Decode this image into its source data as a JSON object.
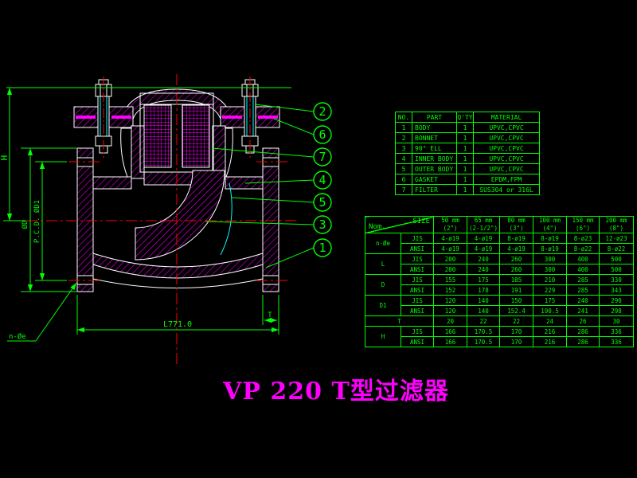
{
  "drawing": {
    "title": "VP 220 T型过滤器",
    "dimensions": {
      "height": "H",
      "outer_diameter": "ØD",
      "pcd": "P.C.D. ØD1",
      "length": "L771.0",
      "flange_thickness": "T",
      "bolt_holes": "n-Øe"
    },
    "callouts": [
      "2",
      "6",
      "7",
      "4",
      "5",
      "3",
      "1"
    ],
    "colors": {
      "dimension_green": "#00ff00",
      "hatch_magenta": "#ff00ff",
      "outline_white": "#ffffff",
      "centerline_red": "#ff0000",
      "detail_cyan": "#00ffff",
      "title_magenta": "#ff00ff"
    }
  },
  "parts_table": {
    "headers": [
      "NO.",
      "PART",
      "Q'TY",
      "MATERIAL"
    ],
    "rows": [
      [
        "1",
        "BODY",
        "1",
        "UPVC,CPVC"
      ],
      [
        "2",
        "BONNET",
        "1",
        "UPVC,CPVC"
      ],
      [
        "3",
        "90° ELL",
        "1",
        "UPVC,CPVC"
      ],
      [
        "4",
        "INNER BODY",
        "1",
        "UPVC,CPVC"
      ],
      [
        "5",
        "OUTER BODY",
        "1",
        "UPVC,CPVC"
      ],
      [
        "6",
        "GASKET",
        "1",
        "EPDM,FPM"
      ],
      [
        "7",
        "FILTER",
        "1",
        "SUS304 or 316L"
      ]
    ]
  },
  "dimension_table": {
    "corner": {
      "top_label": "SIZE",
      "bottom_label": "Nom."
    },
    "size_columns": [
      {
        "line1": "50 mm",
        "line2": "(2\")"
      },
      {
        "line1": "65 mm",
        "line2": "(2-1/2\")"
      },
      {
        "line1": "80 mm",
        "line2": "(3\")"
      },
      {
        "line1": "100 mm",
        "line2": "(4\")"
      },
      {
        "line1": "150 mm",
        "line2": "(6\")"
      },
      {
        "line1": "200 mm",
        "line2": "(8\")"
      }
    ],
    "groups": [
      {
        "label": "n-Øe",
        "rows": [
          {
            "std": "JIS",
            "values": [
              "4-ø19",
              "4-ø19",
              "8-ø19",
              "8-ø19",
              "8-ø23",
              "12-ø23"
            ]
          },
          {
            "std": "ANSI",
            "values": [
              "4-ø19",
              "4-ø19",
              "4-ø19",
              "8-ø19",
              "8-ø22",
              "8-ø22"
            ]
          }
        ]
      },
      {
        "label": "L",
        "rows": [
          {
            "std": "JIS",
            "values": [
              "200",
              "240",
              "260",
              "300",
              "400",
              "500"
            ]
          },
          {
            "std": "ANSI",
            "values": [
              "200",
              "240",
              "260",
              "300",
              "400",
              "500"
            ]
          }
        ]
      },
      {
        "label": "D",
        "rows": [
          {
            "std": "JIS",
            "values": [
              "155",
              "175",
              "185",
              "210",
              "285",
              "330"
            ]
          },
          {
            "std": "ANSI",
            "values": [
              "152",
              "178",
              "191",
              "229",
              "285",
              "343"
            ]
          }
        ]
      },
      {
        "label": "D1",
        "rows": [
          {
            "std": "JIS",
            "values": [
              "120",
              "140",
              "150",
              "175",
              "240",
              "290"
            ]
          },
          {
            "std": "ANSI",
            "values": [
              "120",
              "140",
              "152.4",
              "190.5",
              "241",
              "298"
            ]
          }
        ]
      },
      {
        "label": "T",
        "rows": [
          {
            "std": null,
            "values": [
              "20",
              "22",
              "22",
              "24",
              "26",
              "30"
            ]
          }
        ]
      },
      {
        "label": "H",
        "rows": [
          {
            "std": "JIS",
            "values": [
              "166",
              "170.5",
              "170",
              "216",
              "286",
              "336"
            ]
          },
          {
            "std": "ANSI",
            "values": [
              "166",
              "170.5",
              "170",
              "216",
              "286",
              "336"
            ]
          }
        ]
      }
    ]
  }
}
